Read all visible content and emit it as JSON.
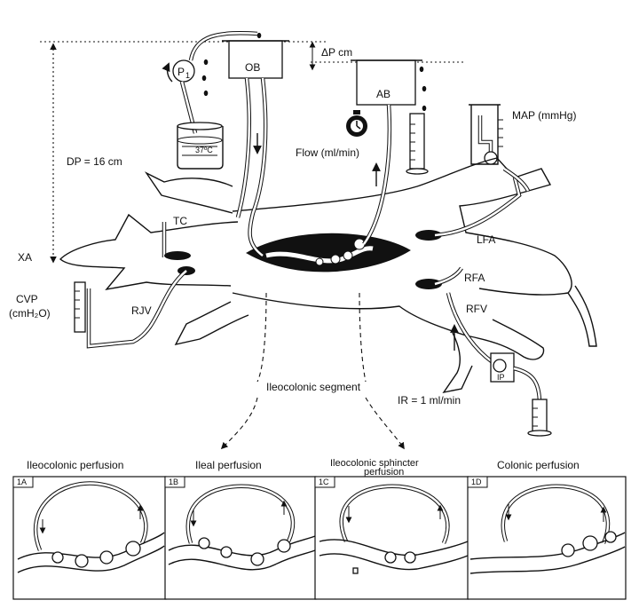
{
  "labels": {
    "p1": "P",
    "p1_sub": "1",
    "ob": "OB",
    "ab": "AB",
    "delta_p": "ΔP cm",
    "temp": "37ºC",
    "dp": "DP = 16 cm",
    "xa": "XA",
    "cvp": "CVP",
    "cvp_unit": "(cmH₂O)",
    "tc": "TC",
    "rjv": "RJV",
    "flow": "Flow (ml/min)",
    "map": "MAP (mmHg)",
    "lfa": "LFA",
    "rfa": "RFA",
    "rfv": "RFV",
    "ip": "IP",
    "segment": "Ileocolonic segment",
    "ir": "IR = 1 ml/min"
  },
  "panels": [
    {
      "tag": "1A",
      "title": "Ileocolonic perfusion"
    },
    {
      "tag": "1B",
      "title": "Ileal perfusion"
    },
    {
      "tag": "1C",
      "title": "Ileocolonic sphincter",
      "title2": "perfusion"
    },
    {
      "tag": "1D",
      "title": "Colonic perfusion"
    }
  ]
}
